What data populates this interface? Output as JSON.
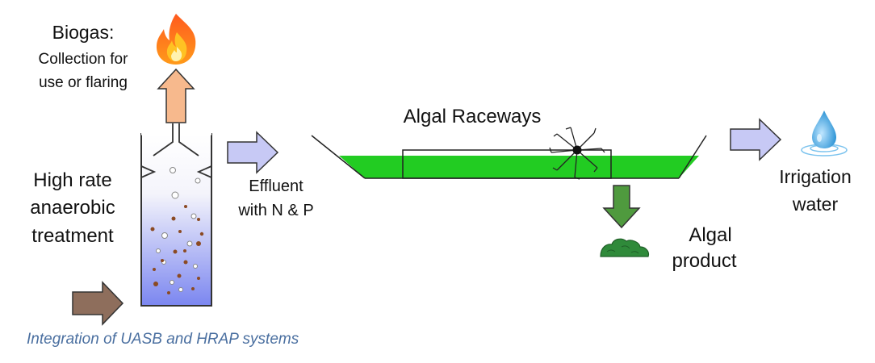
{
  "labels": {
    "biogas_title": "Biogas:",
    "biogas_line1": "Collection for",
    "biogas_line2": "use or flaring",
    "reactor_line1": "High rate",
    "reactor_line2": "anaerobic",
    "reactor_line3": "treatment",
    "effluent_line1": "Effluent",
    "effluent_line2": "with N & P",
    "raceways": "Algal Raceways",
    "irrigation_line1": "Irrigation",
    "irrigation_line2": "water",
    "algal_line1": "Algal",
    "algal_line2": "product"
  },
  "caption": "Integration of UASB and HRAP systems",
  "icons": [
    "flame-icon",
    "water-drop-icon",
    "paddlewheel-icon",
    "algae-pile-icon"
  ],
  "colors": {
    "pond_green": "#22cc22",
    "reactor_top": "#ffffff",
    "reactor_bottom": "#7b86f0",
    "biogas_arrow": "#f7b98d",
    "flow_arrow": "#c7c9f5",
    "inlet_arrow": "#8e6e5c",
    "product_arrow": "#4f9a3e",
    "caption_text": "#4a6fa0",
    "drop": "#4aa8dd"
  }
}
